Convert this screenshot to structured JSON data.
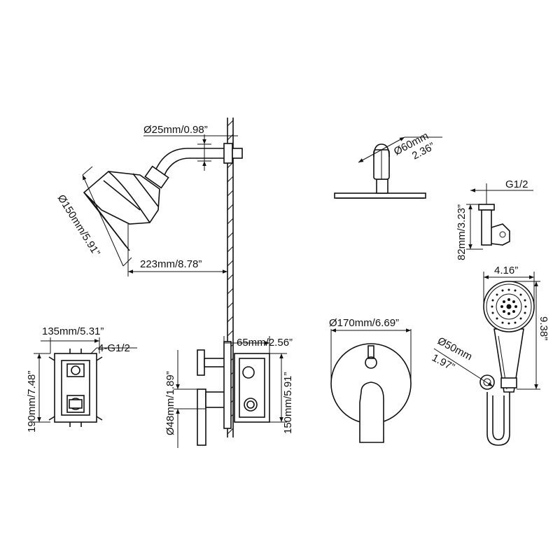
{
  "labels": {
    "pipe_diameter": "Ø25mm/0.98”",
    "head_diameter": "Ø150mm/5.91”",
    "arm_length": "223mm/8.78”",
    "rain_head_diameter_mm": "Ø60mm",
    "rain_head_diameter_in": "2.36”",
    "holder_height": "82mm/3.23”",
    "holder_thread": "G1/2",
    "box_width": "135mm/5.31”",
    "box_thread": "4-G1/2",
    "box_height": "190mm/7.48”",
    "handle_diameter": "Ø48mm/1.89”",
    "depth": "65mm/2.56”",
    "valve_height": "150mm/5.91”",
    "plate_diameter": "Ø170mm/6.69”",
    "hand_width": "4.16”",
    "hand_length": "9.38”",
    "hand_diameter_mm": "Ø50mm",
    "hand_diameter_in": "1.97”"
  }
}
